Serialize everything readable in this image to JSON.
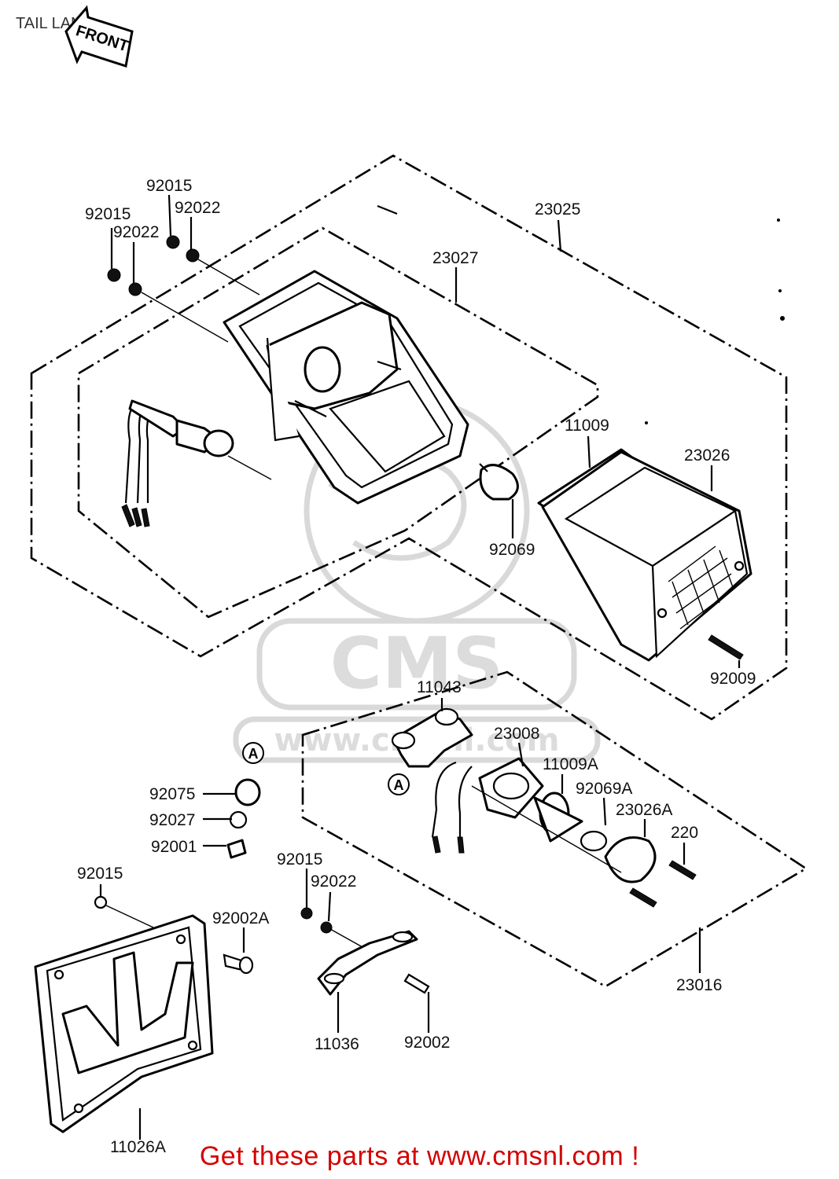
{
  "title": "TAIL LAMP",
  "front_arrow_label": "FRONT",
  "watermark": {
    "logo_text": "CMS",
    "url_text": "www.cmsnl.com"
  },
  "ref_marker": "A",
  "footer_text": "Get these parts at www.cmsnl.com !",
  "callouts": {
    "c92015_a": "92015",
    "c92022_a": "92022",
    "c92015_b": "92015",
    "c92022_b": "92022",
    "c23025": "23025",
    "c23027": "23027",
    "c11009": "11009",
    "c23026": "23026",
    "c92069": "92069",
    "c92009": "92009",
    "c11043": "11043",
    "c23008": "23008",
    "c11009A": "11009A",
    "c92069A": "92069A",
    "c23026A": "23026A",
    "c220": "220",
    "c23016": "23016",
    "c92075": "92075",
    "c92027": "92027",
    "c92001": "92001",
    "c92015_c": "92015",
    "c92002A": "92002A",
    "c92015_d": "92015",
    "c92022_c": "92022",
    "c11036": "11036",
    "c92002": "92002",
    "c11026A": "11026A"
  }
}
